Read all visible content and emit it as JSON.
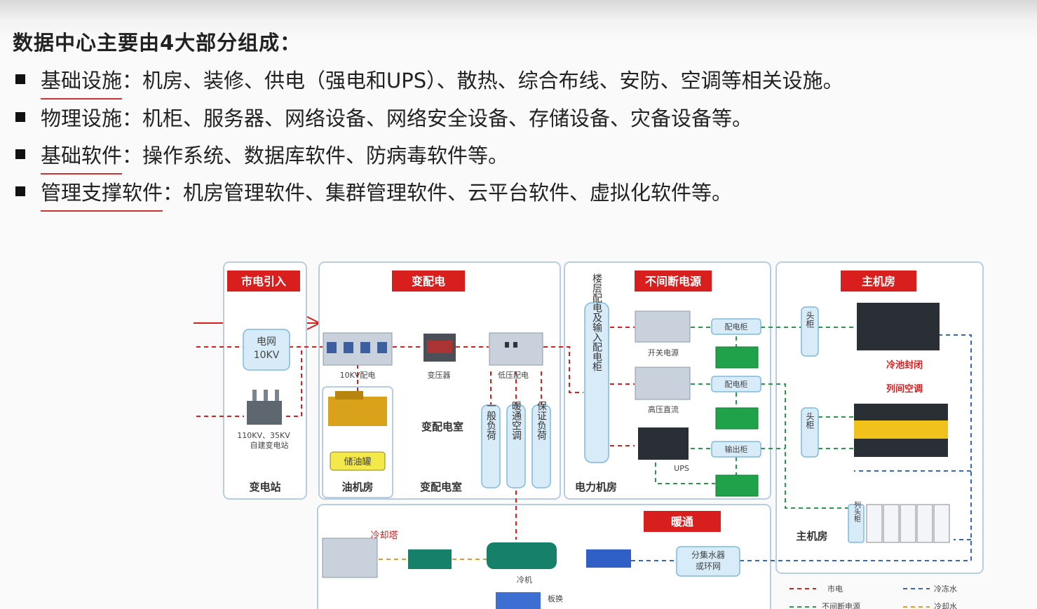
{
  "heading": "数据中心主要由4大部分组成：",
  "bullets": [
    {
      "key": "基础设施",
      "text": "：机房、装修、供电（强电和UPS）、散热、综合布线、安防、空调等相关设施。"
    },
    {
      "key": "物理设施",
      "text": "：机柜、服务器、网络设备、网络安全设备、存储设备、灾备设备等。"
    },
    {
      "key": "基础软件",
      "text": "：操作系统、数据库软件、防病毒软件等。"
    },
    {
      "key": "管理支撑软件",
      "text": "：机房管理软件、集群管理软件、云平台软件、虚拟化软件等。"
    }
  ],
  "diagram": {
    "sections": {
      "city_power": "市电引入",
      "distribution": "变配电",
      "ups": "不间断电源",
      "main_room": "主机房",
      "hvac": "暖通"
    },
    "labels": {
      "grid": [
        "电网",
        "10KV"
      ],
      "substation_spec": [
        "110KV、35KV",
        "自建变电站"
      ],
      "substation": "变电站",
      "cfg10kv": "10KV配电",
      "transformer": "变压器",
      "low_voltage": "低压配电",
      "oil_tank": "储油罐",
      "oil_room": "油机房",
      "dist_room_mid": "变配电室",
      "dist_room": "变配电室",
      "load_general": "一般负荷",
      "load_hvac": "暖通空调",
      "load_guaranteed": "保证负荷",
      "floor_cabinet": "楼层配电及输入配电柜",
      "switch_power": "开关电源",
      "hv_dc": "高压直流",
      "ups": "UPS",
      "power_room": "电力机房",
      "dist_cab_1": "配电柜",
      "dist_cab_2": "配电柜",
      "output_cab": "输出柜",
      "head_cab_1": "头柜",
      "head_cab_2": "头柜",
      "cold_aisle": "冷池封闭",
      "row_ac": "列间空调",
      "main_room_label": "主机房",
      "row_head": "列头柜",
      "cooling_tower": "冷却塔",
      "chiller": "冷机",
      "plate_exchange": "板换",
      "water_collector": [
        "分集水器",
        "或环网"
      ]
    },
    "legend": [
      "市电",
      "冷冻水",
      "不间断电源",
      "冷却水"
    ]
  },
  "colors": {
    "accent_red": "#d91e1e",
    "panel_border": "#b7cde6",
    "mains_line": "#d91e1e",
    "ups_line": "#2a9a4a",
    "chilled_water": "#3565c9",
    "cooling_water": "#e69a20"
  }
}
